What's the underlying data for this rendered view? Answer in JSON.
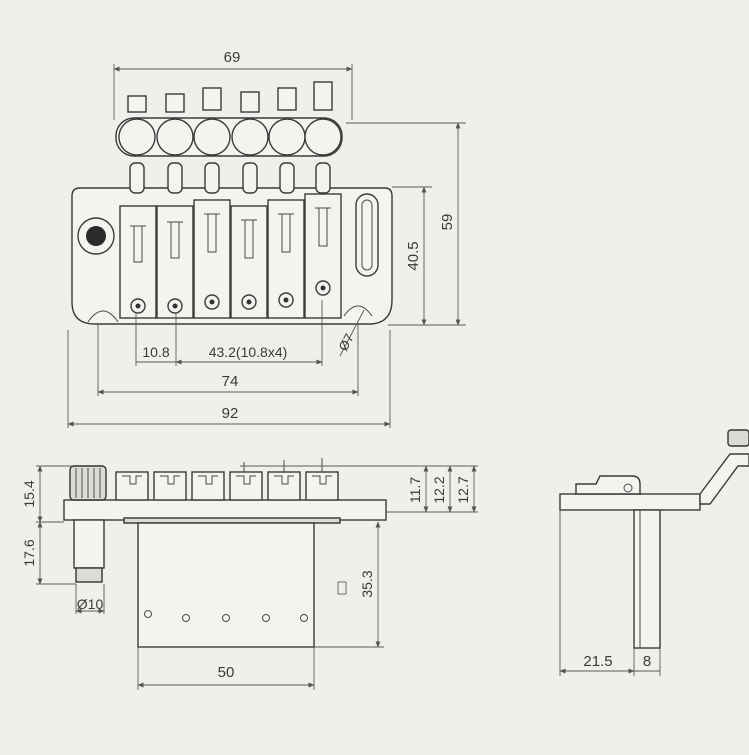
{
  "diagram": {
    "background_color": "#efefeb",
    "line_color": "#3b3b3b",
    "top_view": {
      "overall_width_top": "69",
      "height_total": "59",
      "height_body": "40.5",
      "spacing_first": "10.8",
      "spacing_rest": "43.2(10.8x4)",
      "width_mid": "74",
      "width_total": "92",
      "hole_diameter": "Ø7"
    },
    "side_view": {
      "knob_height": "15.4",
      "post_length": "17.6",
      "post_diameter": "Ø10",
      "saddle_height_1": "11.7",
      "saddle_height_2": "12.2",
      "saddle_height_3": "12.7",
      "block_depth": "35.3",
      "block_width": "50"
    },
    "end_view": {
      "width_a": "21.5",
      "width_b": "8"
    }
  }
}
